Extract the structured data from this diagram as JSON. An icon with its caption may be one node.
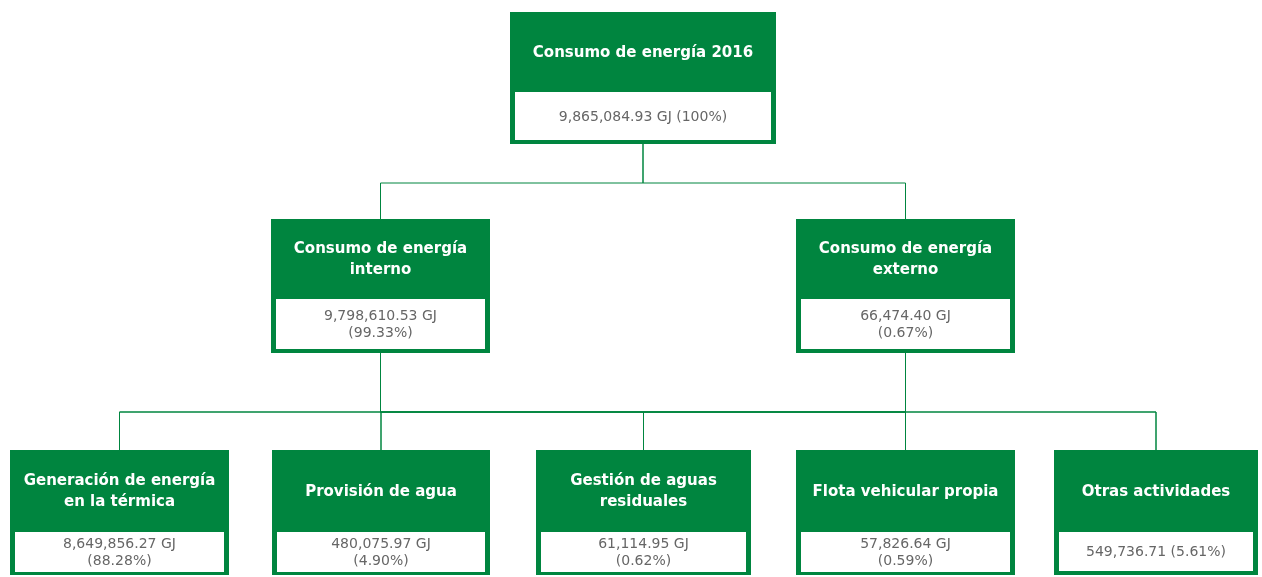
{
  "diagram": {
    "nodes": [
      {
        "text": [
          "Consumo de energía 2016",
          "9,865,084.93 GJ (100%)"
        ]
      },
      {
        "text": [
          "Consumo de energía interno",
          "9,798,610.53 GJ (99.33%)"
        ]
      },
      {
        "text": [
          "Consumo de energía externo",
          "66,474.40 GJ (0.67%)"
        ]
      },
      {
        "text": [
          "Generación de energía en la térmica",
          "8,649,856.27 GJ (88.28%)"
        ]
      },
      {
        "text": [
          "Provisión de agua",
          "480,075.97 GJ (4.90%)"
        ]
      },
      {
        "text": [
          "Gestión de aguas residuales",
          "61,114.95 GJ (0.62%)"
        ]
      },
      {
        "text": [
          "Flota vehicular propia",
          "57,826.64 GJ (0.59%)"
        ]
      },
      {
        "text": [
          "Otras actividades",
          "549,736.71 (5.61%)"
        ]
      }
    ],
    "edges": [
      {
        "from": 0,
        "to": 1,
        "arrow": "none"
      },
      {
        "from": 0,
        "to": 2,
        "arrow": "none"
      },
      {
        "from": 1,
        "to": 3,
        "arrow": "none"
      },
      {
        "from": 1,
        "to": 4,
        "arrow": "none"
      },
      {
        "from": 1,
        "to": 5,
        "arrow": "none"
      },
      {
        "from": 1,
        "to": 6,
        "arrow": "none"
      },
      {
        "from": 1,
        "to": 7,
        "arrow": "none"
      },
      {
        "from": 2,
        "to": 3,
        "arrow": "none"
      },
      {
        "from": 2,
        "to": 4,
        "arrow": "none"
      },
      {
        "from": 2,
        "to": 5,
        "arrow": "none"
      },
      {
        "from": 2,
        "to": 6,
        "arrow": "none"
      },
      {
        "from": 2,
        "to": 7,
        "arrow": "none"
      }
    ]
  }
}
